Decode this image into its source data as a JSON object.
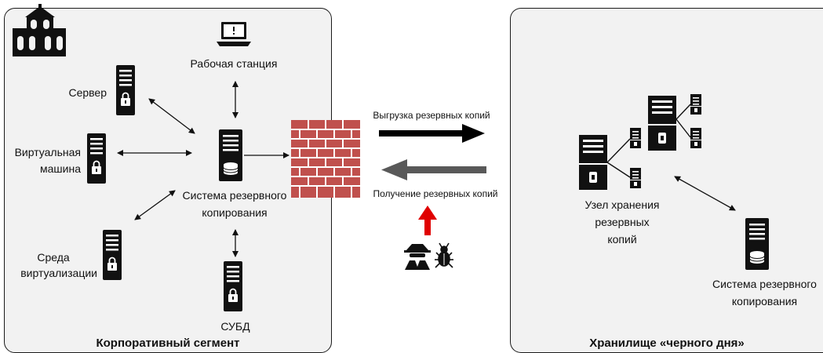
{
  "corporate": {
    "title": "Корпоративный сегмент",
    "workstation": "Рабочая станция",
    "server": "Сервер",
    "vm_line1": "Виртуальная",
    "vm_line2": "машина",
    "backup_line1": "Система резервного",
    "backup_line2": "копирования",
    "virt_line1": "Среда",
    "virt_line2": "виртуализации",
    "dbms": "СУБД"
  },
  "middle": {
    "upload": "Выгрузка резервных копий",
    "receive": "Получение резервных копий"
  },
  "blackday": {
    "title": "Хранилище «черного дня»",
    "node_line1": "Узел хранения",
    "node_line2": "резервных",
    "node_line3": "копий",
    "backup_line1": "Система резервного",
    "backup_line2": "копирования"
  },
  "colors": {
    "panel_bg": "#f2f2f2",
    "firewall": "#c0504d",
    "attack_arrow": "#e00000",
    "upload_arrow": "#000000",
    "receive_arrow": "#595959"
  },
  "icons": [
    "building-icon",
    "laptop-icon",
    "server-lock-icon",
    "server-db-icon",
    "firewall-icon",
    "hacker-icon",
    "bug-icon",
    "storage-node-icon"
  ]
}
